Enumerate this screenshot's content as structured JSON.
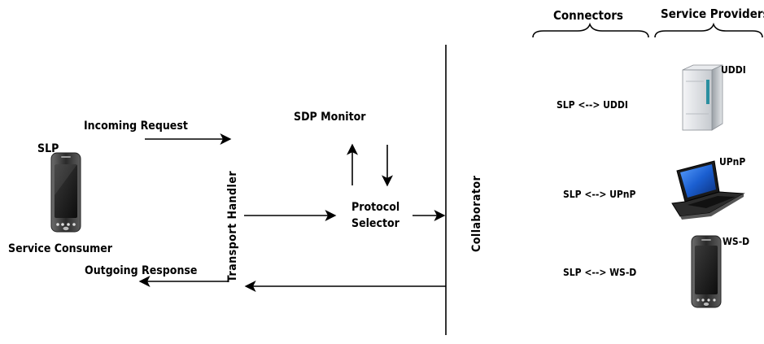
{
  "headers": {
    "connectors": "Connectors",
    "service_providers": "Service Providers"
  },
  "consumer": {
    "device_label": "SLP",
    "caption": "Service Consumer"
  },
  "flows": {
    "incoming_request": "Incoming Request",
    "outgoing_response": "Outgoing Response"
  },
  "components": {
    "transport_handler": "Transport   Handler",
    "sdp_monitor": "SDP Monitor",
    "protocol_selector_line1": "Protocol",
    "protocol_selector_line2": "Selector",
    "collaborator": "Collaborator"
  },
  "connectors": [
    {
      "label": "SLP <--> UDDI"
    },
    {
      "label": "SLP <--> UPnP"
    },
    {
      "label": "SLP <--> WS-D"
    }
  ],
  "providers": [
    {
      "label": "UDDI",
      "icon": "server-icon"
    },
    {
      "label": "UPnP",
      "icon": "laptop-icon"
    },
    {
      "label": "WS-D",
      "icon": "phone-icon"
    }
  ]
}
